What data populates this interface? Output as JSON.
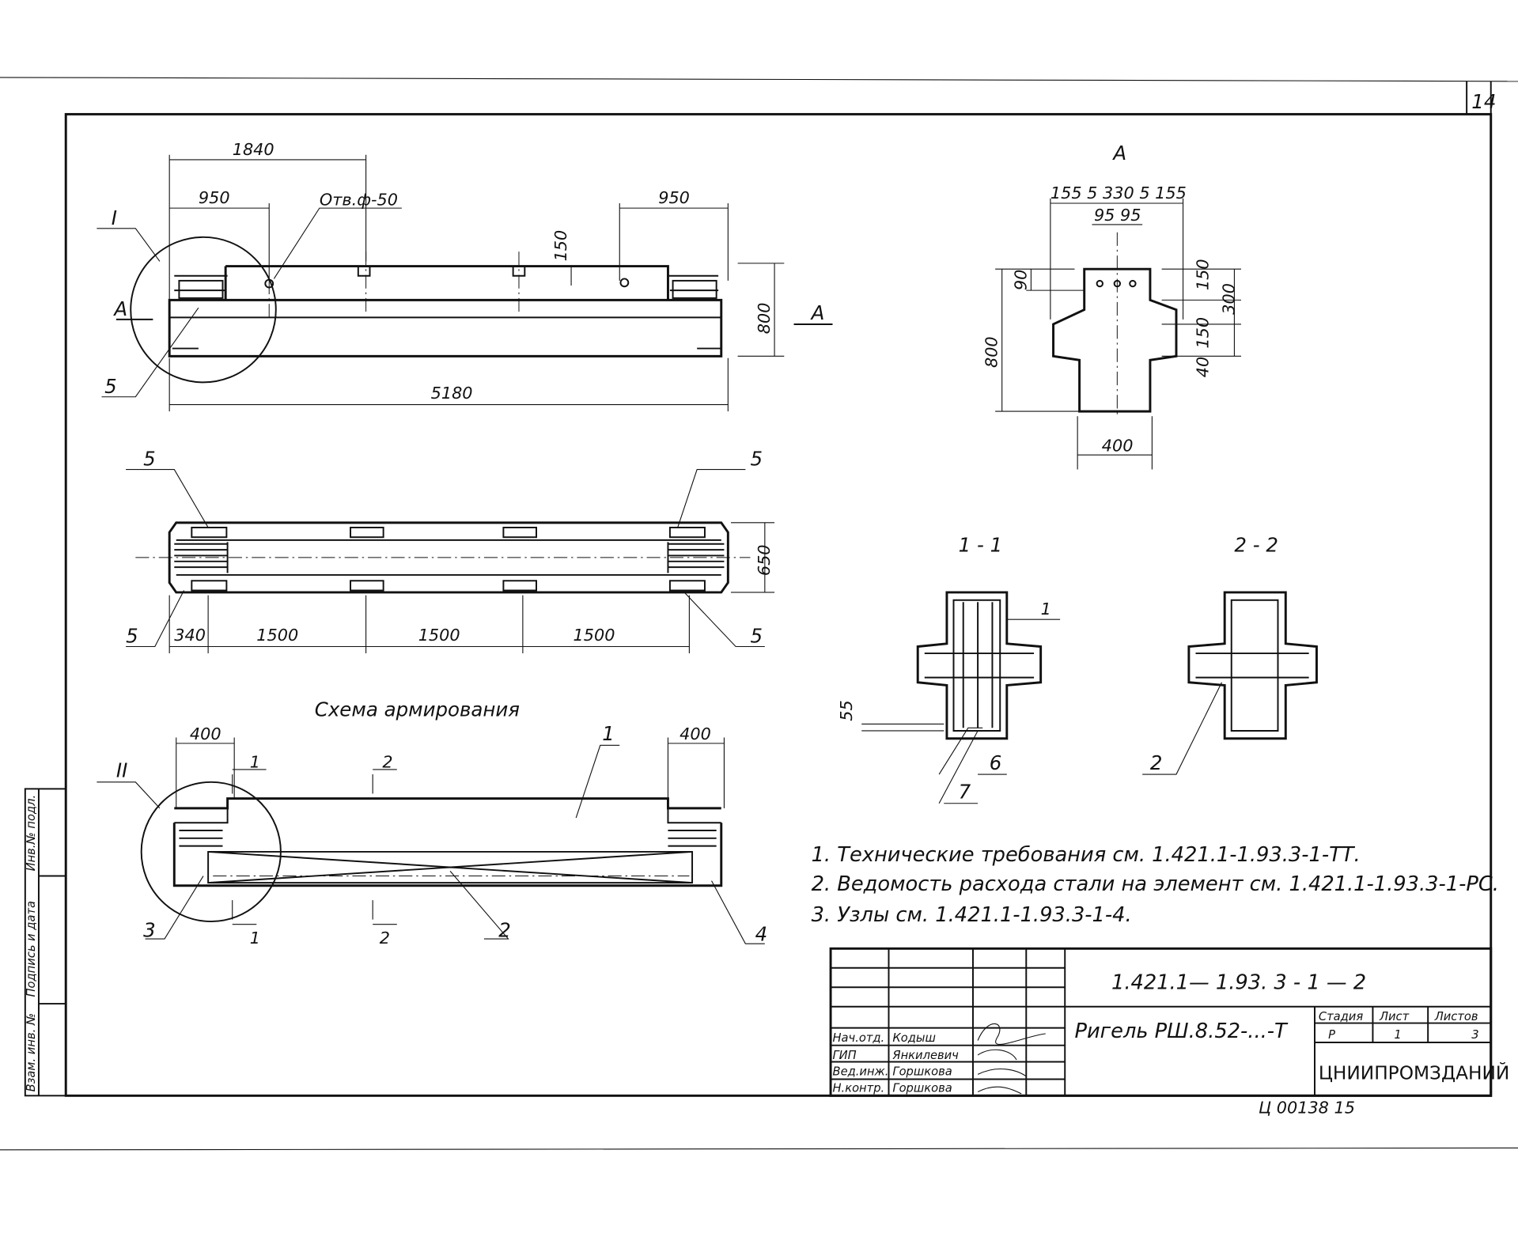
{
  "sheet_number": "14",
  "elevation": {
    "dim_1840": "1840",
    "dim_950_left": "950",
    "dim_950_right": "950",
    "hole_label": "Отв.ф-50",
    "dim_150": "150",
    "dim_800": "800",
    "dim_5180": "5180",
    "node_I": "I",
    "section_A_left": "А",
    "section_A_right": "А",
    "callout_5": "5"
  },
  "section_A": {
    "title": "А",
    "top_dims": "155 5 330 5 155",
    "dim_95_95": "95 95",
    "dim_90": "90",
    "dim_150_top": "150",
    "dim_300": "300",
    "dim_150_bot": "150",
    "dim_40": "40",
    "dim_800": "800",
    "dim_400": "400"
  },
  "plan": {
    "callouts": [
      "5",
      "5",
      "5",
      "5"
    ],
    "dim_650": "650",
    "bottom_dims": [
      "340",
      "1500",
      "1500",
      "1500"
    ]
  },
  "reinforcement": {
    "title": "Схема армирования",
    "dim_400_left": "400",
    "dim_400_right": "400",
    "node_II": "II",
    "cut_1_top": "1",
    "cut_1_bot": "1",
    "cut_2_top": "2",
    "cut_2_bot": "2",
    "callout_1": "1",
    "callout_2": "2",
    "callout_3": "3",
    "callout_4": "4"
  },
  "section_1_1": {
    "title": "1 - 1",
    "dim_55": "55",
    "callout_1": "1",
    "callout_6": "6",
    "callout_7": "7"
  },
  "section_2_2": {
    "title": "2 - 2",
    "callout_2": "2"
  },
  "notes": [
    "1. Технические требования см. 1.421.1-1.93.3-1-ТТ.",
    "2. Ведомость расхода стали на элемент см. 1.421.1-1.93.3-1-РС.",
    "3. Узлы см. 1.421.1-1.93.3-1-4."
  ],
  "title_block": {
    "designation": "1.421.1— 1.93.      3 - 1 —   2",
    "element_name": "Ригель РШ.8.52-...-Т",
    "stage_header": "Стадия",
    "sheet_header": "Лист",
    "sheets_header": "Листов",
    "stage": "Р",
    "sheet": "1",
    "sheets": "3",
    "organization": "ЦНИИПРОМЗДАНИЙ",
    "staff": [
      {
        "role": "Нач.отд.",
        "name": "Кодыш"
      },
      {
        "role": "ГИП",
        "name": "Янкилевич"
      },
      {
        "role": "Вед.инж.",
        "name": "Горшкова"
      },
      {
        "role": "Н.контр.",
        "name": "Горшкова"
      }
    ],
    "archive_number": "Ц 00138     15"
  },
  "side_stamp": [
    "Инв.№ подл.",
    "Подпись и дата",
    "Взам. инв. №"
  ]
}
